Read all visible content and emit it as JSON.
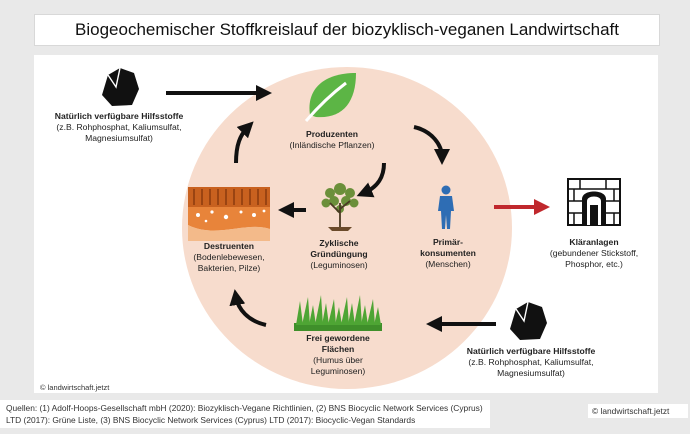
{
  "title": "Biogeochemischer Stoffkreislauf der biozyklisch-veganen Landwirtschaft",
  "nodes": {
    "hilfsstoffe_top": {
      "name": "Natürlich verfügbare Hilfsstoffe",
      "desc1": "(z.B. Rohphosphat, Kaliumsulfat,",
      "desc2": "Magnesiumsulfat)"
    },
    "produzenten": {
      "name": "Produzenten",
      "desc1": "(Inländische Pflanzen)"
    },
    "destruenten": {
      "name": "Destruenten",
      "desc1": "(Bodenlebewesen,",
      "desc2": "Bakterien, Pilze)"
    },
    "gruenduengung": {
      "name1": "Zyklische",
      "name2": "Gründüngung",
      "desc1": "(Leguminosen)"
    },
    "primaer": {
      "name1": "Primär-",
      "name2": "konsumenten",
      "desc1": "(Menschen)"
    },
    "klaeranlagen": {
      "name": "Kläranlagen",
      "desc1": "(gebundener Stickstoff,",
      "desc2": "Phosphor, etc.)"
    },
    "flaechen": {
      "name1": "Frei gewordene",
      "name2": "Flächen",
      "desc1": "(Humus über",
      "desc2": "Leguminosen)"
    },
    "hilfsstoffe_bottom": {
      "name": "Natürlich verfügbare Hilfsstoffe",
      "desc1": "(z.B. Rohphosphat, Kaliumsulfat,",
      "desc2": "Magnesiumsulfat)"
    }
  },
  "copyright_inner": "© landwirtschaft.jetzt",
  "sources": "Quellen: (1) Adolf-Hoops-Gesellschaft mbH (2020): Biozyklisch-Vegane Richtlinien, (2) BNS Biocyclic Network Services (Cyprus) LTD (2017): Grüne Liste, (3) BNS Biocyclic Network Services (Cyprus) LTD (2017): Biocyclic-Vegan Standards",
  "copyright_outer": "© landwirtschaft.jetzt",
  "colors": {
    "circle": "#f7dccd",
    "leaf": "#5cb545",
    "person": "#2e6db4",
    "outflow_arrow": "#c0282d",
    "soil": "#d9742b"
  },
  "icons": [
    "rock-icon",
    "leaf-icon",
    "person-icon",
    "tree-icon",
    "soil-icon",
    "grass-icon",
    "sewer-icon"
  ]
}
